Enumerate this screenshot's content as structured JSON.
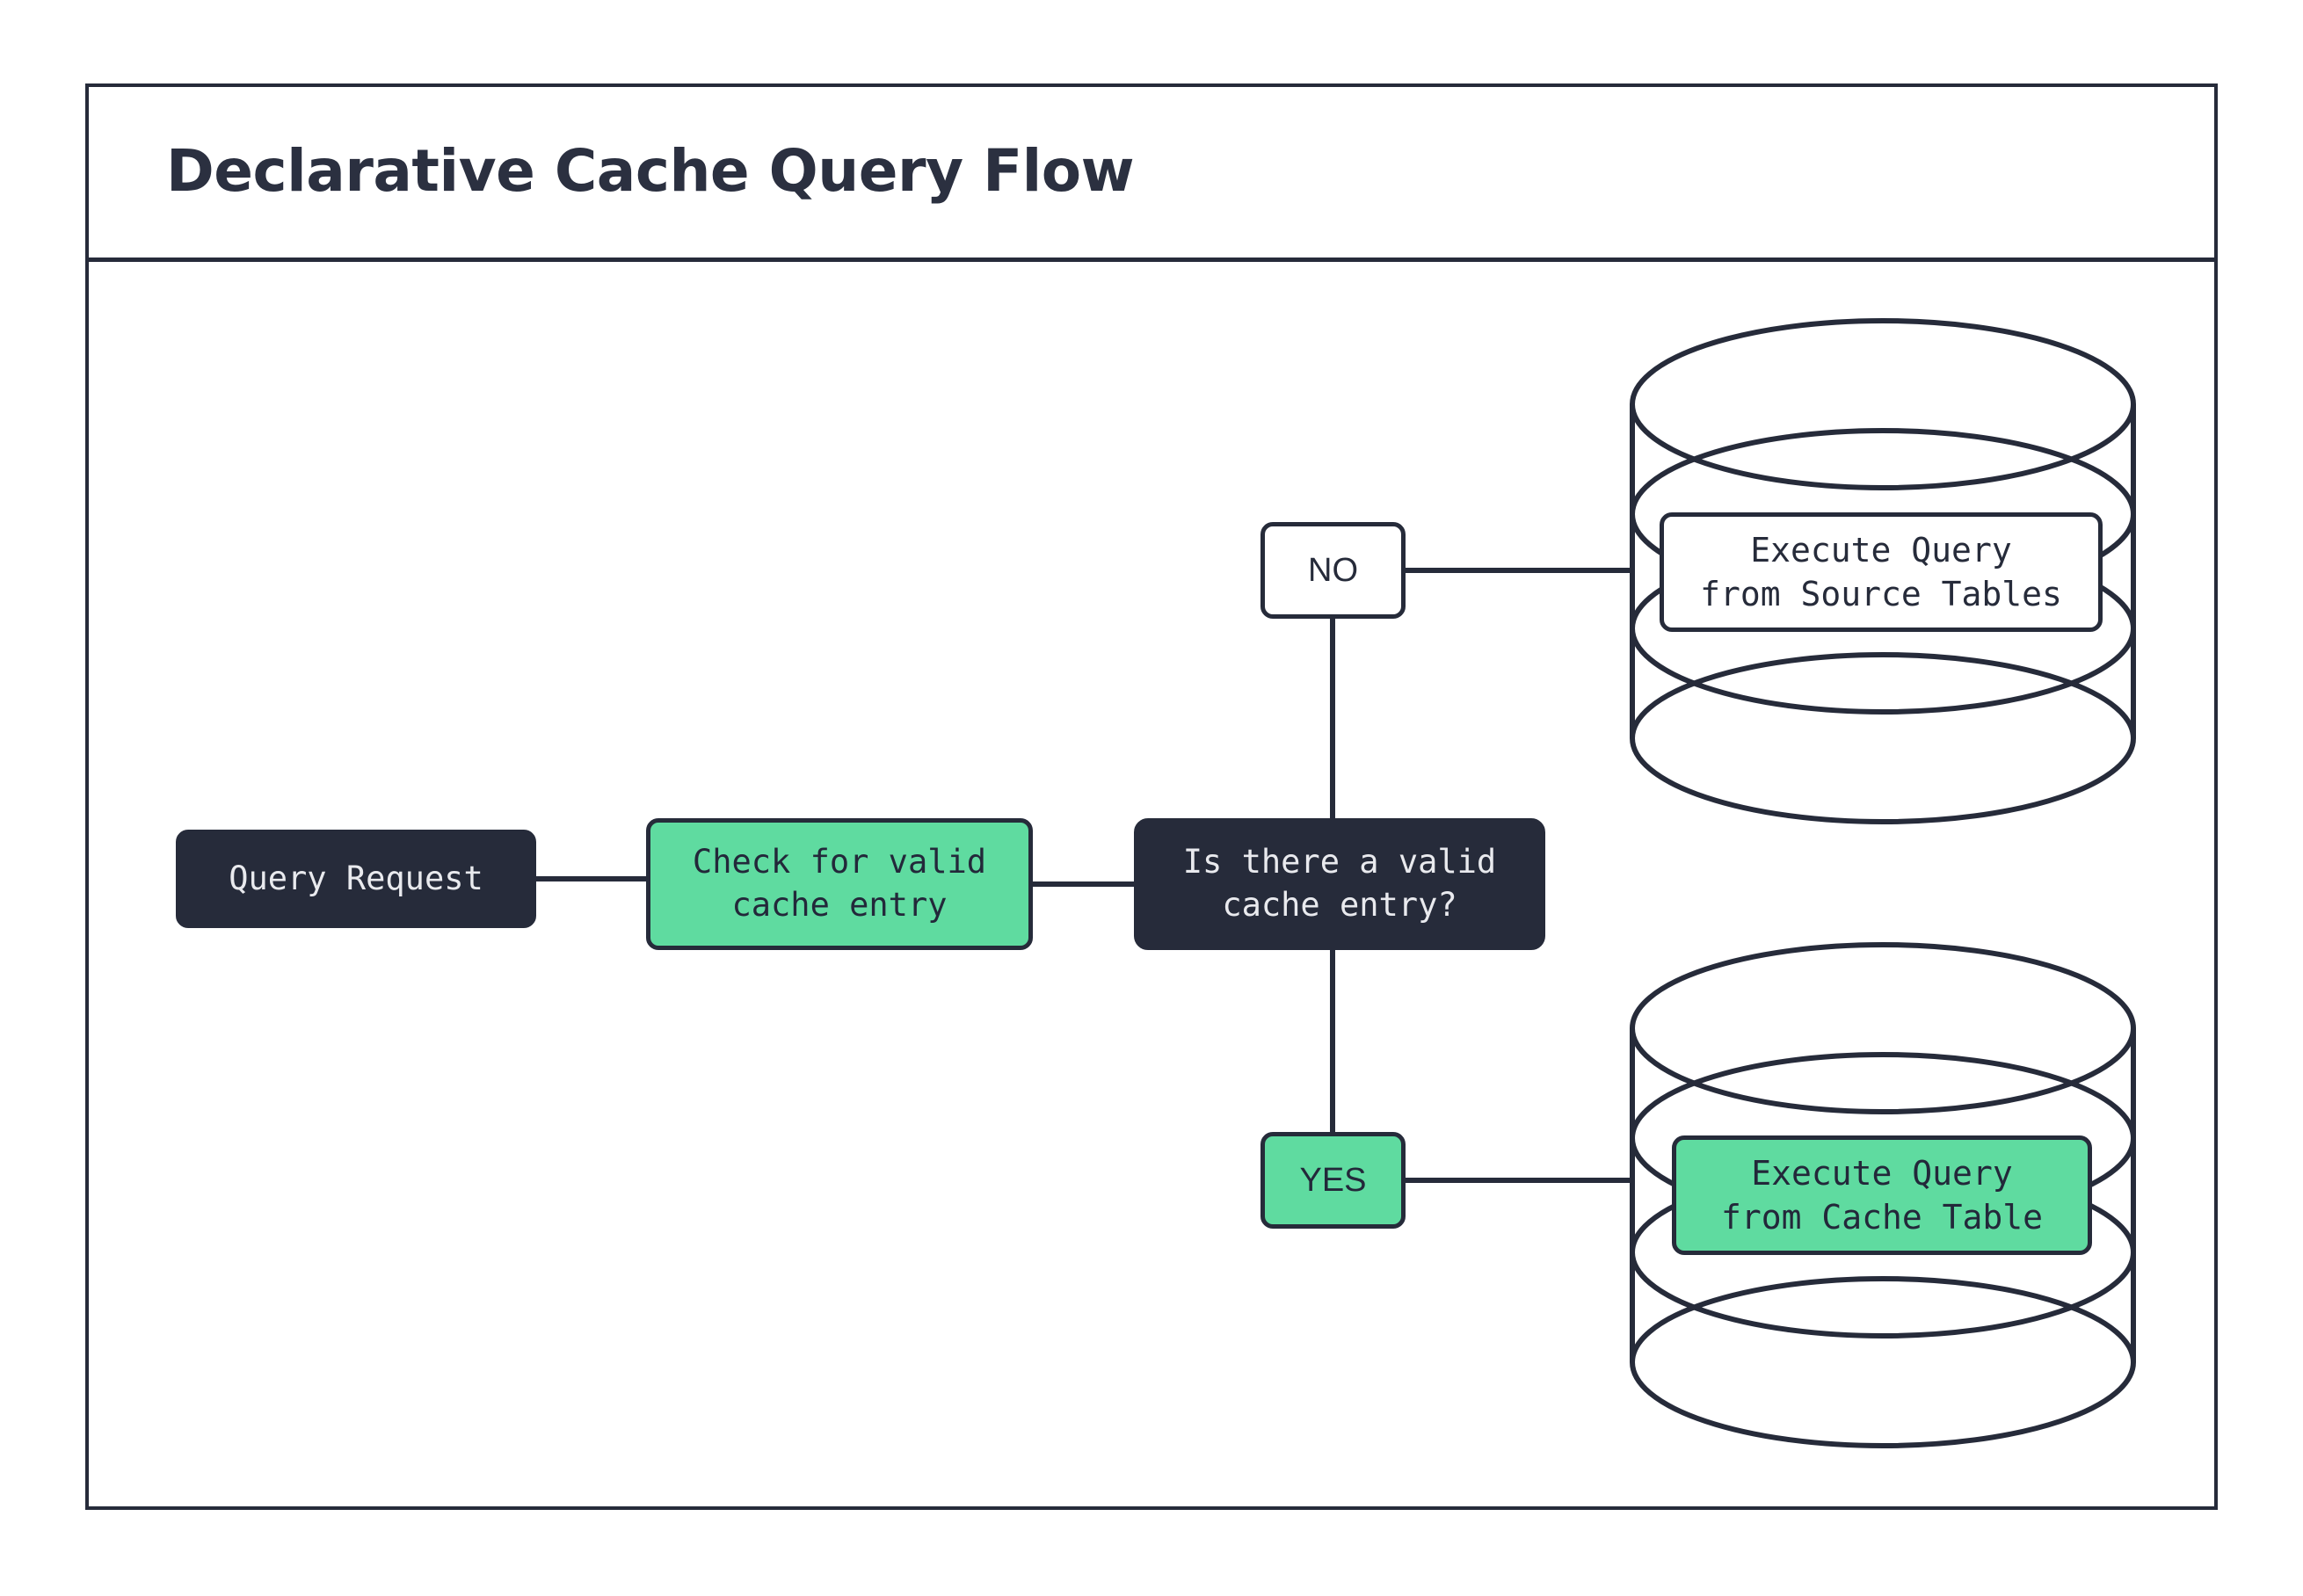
{
  "diagram": {
    "title": "Declarative Cache Query Flow",
    "colors": {
      "ink": "#262B3A",
      "accent_green": "#5FDBA0",
      "dark_fill": "#262B3A",
      "light_text": "#E9EAEE",
      "background": "#FFFFFF"
    },
    "nodes": {
      "query_request": "Query Request",
      "check_cache": "Check for valid\ncache entry",
      "decision": "Is there a valid\ncache entry?",
      "label_no": "NO",
      "label_yes": "YES",
      "source_db_label": "Execute Query\nfrom Source Tables",
      "cache_db_label": "Execute Query\nfrom Cache Table"
    },
    "edges": [
      {
        "from": "query_request",
        "to": "check_cache",
        "label": ""
      },
      {
        "from": "check_cache",
        "to": "decision",
        "label": ""
      },
      {
        "from": "decision",
        "to": "source_db",
        "label": "NO"
      },
      {
        "from": "decision",
        "to": "cache_db",
        "label": "YES"
      }
    ]
  }
}
